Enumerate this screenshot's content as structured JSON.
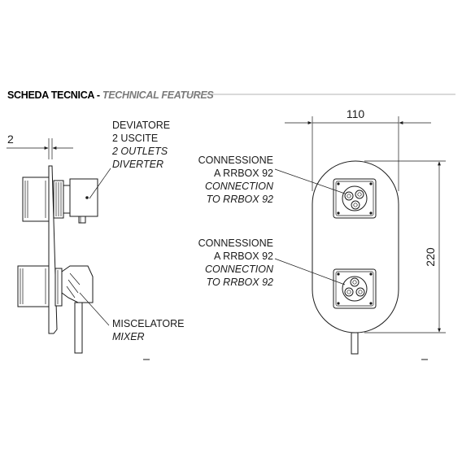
{
  "header": {
    "title": "SCHEDA TECNICA",
    "separator": " - ",
    "subtitle": "TECHNICAL FEATURES"
  },
  "dimensions": {
    "wall_thickness": "2",
    "width": "110",
    "height": "220"
  },
  "labels": {
    "diverter": {
      "line1": "DEVIATORE",
      "line2": "2 USCITE",
      "line3": "2 OUTLETS",
      "line4": "DIVERTER"
    },
    "mixer": {
      "line1": "MISCELATORE",
      "line2": "MIXER"
    },
    "connection_top": {
      "line1": "CONNESSIONE",
      "line2": "A RRBOX 92",
      "line3": "CONNECTION",
      "line4": "TO RRBOX 92"
    },
    "connection_bottom": {
      "line1": "CONNESSIONE",
      "line2": "A RRBOX 92",
      "line3": "CONNECTION",
      "line4": "TO RRBOX 92"
    }
  },
  "colors": {
    "ink": "#1a1a1a",
    "subtitle_grey": "#7a7a7a",
    "rule_grey": "#9a9a9a"
  }
}
